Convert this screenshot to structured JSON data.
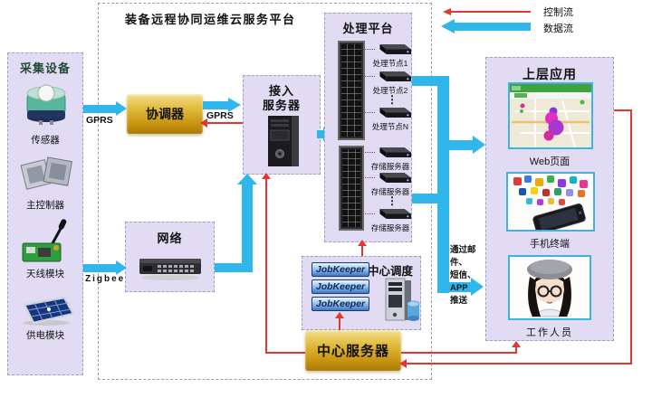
{
  "platform_title": "装备远程协同运维云服务平台",
  "legend": {
    "control_label": "控制流",
    "data_label": "数据流",
    "control_color": "#e53531",
    "data_color": "#2fb6ea"
  },
  "collection": {
    "header": "采集设备",
    "items": [
      "传感器",
      "主控制器",
      "天线模块",
      "供电模块"
    ]
  },
  "links": {
    "gprs_left": "GPRS",
    "gprs_right": "GPRS",
    "zigbee": "Zigbee",
    "push_note": [
      "通过邮件、",
      "短信、APP",
      "推送"
    ]
  },
  "coordinator": {
    "label": "协调器"
  },
  "network": {
    "label": "网络"
  },
  "access_server": {
    "line1": "接入",
    "line2": "服务器"
  },
  "processing": {
    "header": "处理平台",
    "nodes": [
      "处理节点1",
      "处理节点2",
      "处理节点N"
    ],
    "storage": [
      "存储服务器",
      "存储服务器",
      "存储服务器"
    ],
    "ellipsis": "⋮"
  },
  "scheduling": {
    "header": "中心调度",
    "jobkeepers": [
      "JobKeeper",
      "JobKeeper",
      "JobKeeper"
    ]
  },
  "central_server": {
    "label": "中心服务器"
  },
  "applications": {
    "header": "上层应用",
    "items": [
      "Web页面",
      "手机终端",
      "工作人员"
    ]
  }
}
